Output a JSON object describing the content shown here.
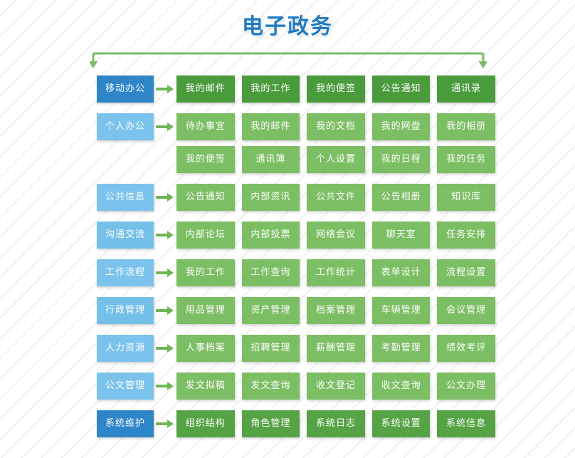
{
  "page": {
    "title": "电子政务",
    "title_color": "#1e7ac2",
    "background": "#ffffff",
    "stripe_color": "#f0f0f2"
  },
  "bracket": {
    "color": "#7cbb68",
    "name": "top-bracket-arrow"
  },
  "colors": {
    "category_dark_blue": "#2e86c8",
    "category_light_blue": "#7bc3ec",
    "category_mid_blue": "#74c0e8",
    "cell_dark_green": "#4a9b3c",
    "cell_mid_green": "#55a344",
    "cell_light_green": "#7cbe63",
    "arrow_green": "#6fb656"
  },
  "groups": [
    {
      "category": "移动办公",
      "category_color": "#2e86c8",
      "cell_color": "#4a9b3c",
      "arrow": true,
      "items": [
        "我的邮件",
        "我的工作",
        "我的便签",
        "公告通知",
        "通讯录"
      ]
    },
    {
      "category": "个人办公",
      "category_color": "#7bc3ec",
      "cell_color": "#7cbe63",
      "arrow": true,
      "items": [
        "待办事宜",
        "我的邮件",
        "我的文档",
        "我的网盘",
        "我的相册"
      ]
    },
    {
      "category": "",
      "category_color": "transparent",
      "cell_color": "#7cbe63",
      "arrow": false,
      "sub": true,
      "items": [
        "我的便签",
        "通讯簿",
        "个人设置",
        "我的日程",
        "我的任务"
      ]
    },
    {
      "category": "公共信息",
      "category_color": "#7bc3ec",
      "cell_color": "#7cbe63",
      "arrow": true,
      "items": [
        "公告通知",
        "内部资讯",
        "公共文件",
        "公告相册",
        "知识库"
      ]
    },
    {
      "category": "沟通交流",
      "category_color": "#74c0e8",
      "cell_color": "#7cbe63",
      "arrow": true,
      "items": [
        "内部论坛",
        "内部投票",
        "网络会议",
        "聊天室",
        "任务安排"
      ]
    },
    {
      "category": "工作流程",
      "category_color": "#7bc3ec",
      "cell_color": "#7cbe63",
      "arrow": true,
      "items": [
        "我的工作",
        "工作查询",
        "工作统计",
        "表单设计",
        "流程设置"
      ]
    },
    {
      "category": "行政管理",
      "category_color": "#74c0e8",
      "cell_color": "#7cbe63",
      "arrow": true,
      "items": [
        "用品管理",
        "资产管理",
        "档案管理",
        "车辆管理",
        "会议管理"
      ]
    },
    {
      "category": "人力资源",
      "category_color": "#7bc3ec",
      "cell_color": "#7cbe63",
      "arrow": true,
      "items": [
        "人事档案",
        "招聘管理",
        "薪酬管理",
        "考勤管理",
        "绩效考评"
      ]
    },
    {
      "category": "公文管理",
      "category_color": "#7bc3ec",
      "cell_color": "#7cbe63",
      "arrow": true,
      "items": [
        "发文拟稿",
        "发文查询",
        "收文登记",
        "收文查询",
        "公文办理"
      ]
    },
    {
      "category": "系统维护",
      "category_color": "#2e86c8",
      "cell_color": "#55a344",
      "arrow": true,
      "items": [
        "组织结构",
        "角色管理",
        "系统日志",
        "系统设置",
        "系统信息"
      ]
    }
  ]
}
